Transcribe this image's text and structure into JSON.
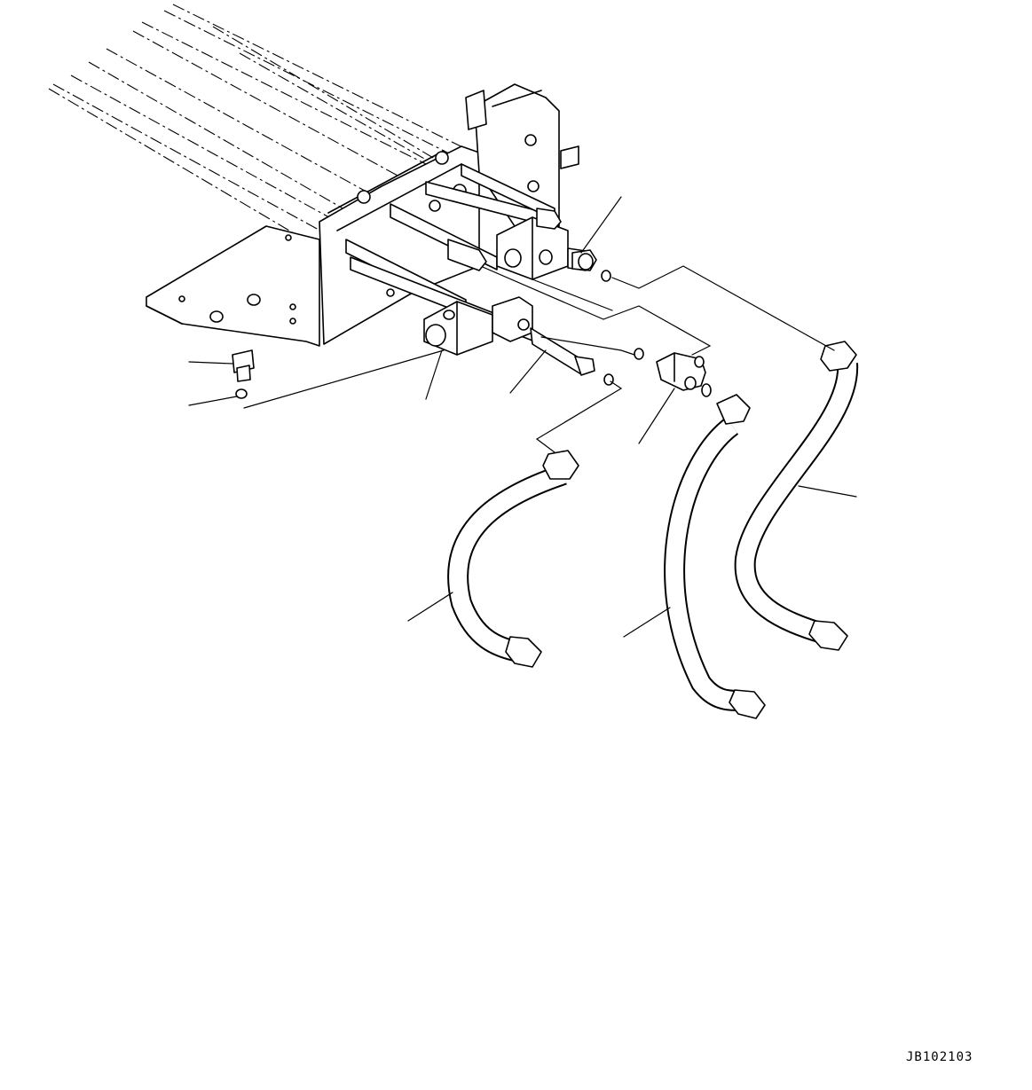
{
  "diagram": {
    "drawing_code": "JB102103",
    "callouts": [
      {
        "id": "bolt"
      },
      {
        "id": "bolt-o-ring"
      },
      {
        "id": "rear-adapter"
      },
      {
        "id": "rear-tube-fitting"
      },
      {
        "id": "upper-adapter"
      },
      {
        "id": "tee-fitting"
      },
      {
        "id": "hose-left"
      },
      {
        "id": "hose-middle"
      },
      {
        "id": "hose-right"
      }
    ]
  }
}
